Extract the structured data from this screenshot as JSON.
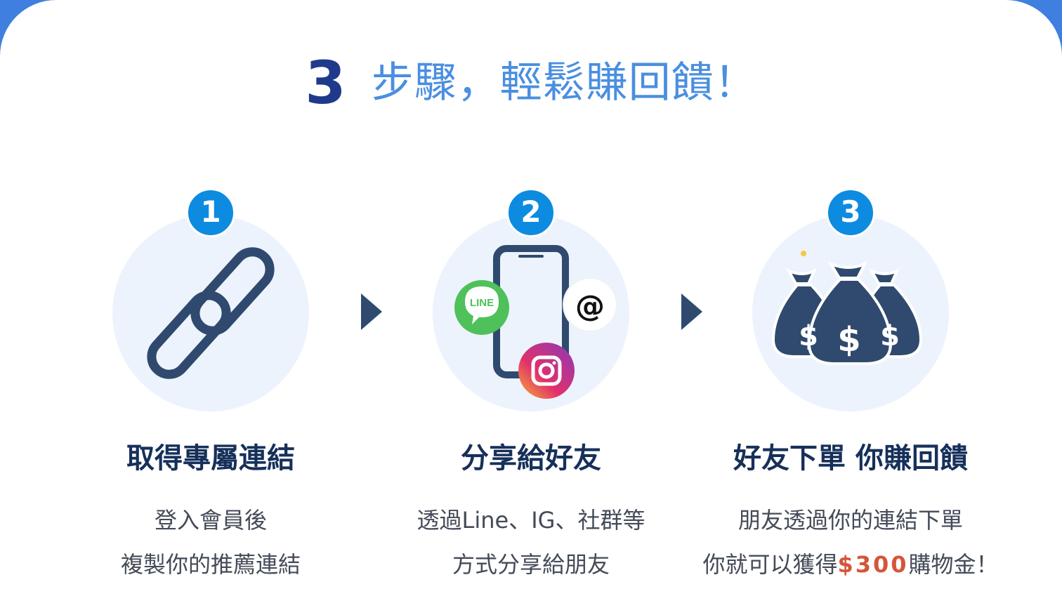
{
  "header": {
    "number": "3",
    "title": "步驟，輕鬆賺回饋！"
  },
  "steps": [
    {
      "badge": "1",
      "icon": "link-icon",
      "title": "取得專屬連結",
      "desc_line1": "登入會員後",
      "desc_line2": "複製你的推薦連結"
    },
    {
      "badge": "2",
      "icon": "phone-share-icon",
      "line_logo_text": "LINE",
      "title": "分享給好友",
      "desc_line1": "透過Line、IG、社群等",
      "desc_line2": "方式分享給朋友"
    },
    {
      "badge": "3",
      "icon": "money-bags-icon",
      "title": "好友下單 你賺回饋",
      "desc_line1": "朋友透過你的連結下單",
      "desc_line2_pre": "你就可以獲得",
      "desc_line2_amount": "$300",
      "desc_line2_post": "購物金！"
    }
  ],
  "colors": {
    "background_frame": "#3f7fe0",
    "title_number": "#1f3a8a",
    "title_text": "#4a8fe0",
    "badge": "#0d8be0",
    "icon_navy": "#2f4a6e",
    "circle_bg": "#edf3fc",
    "amount": "#d4563a"
  }
}
